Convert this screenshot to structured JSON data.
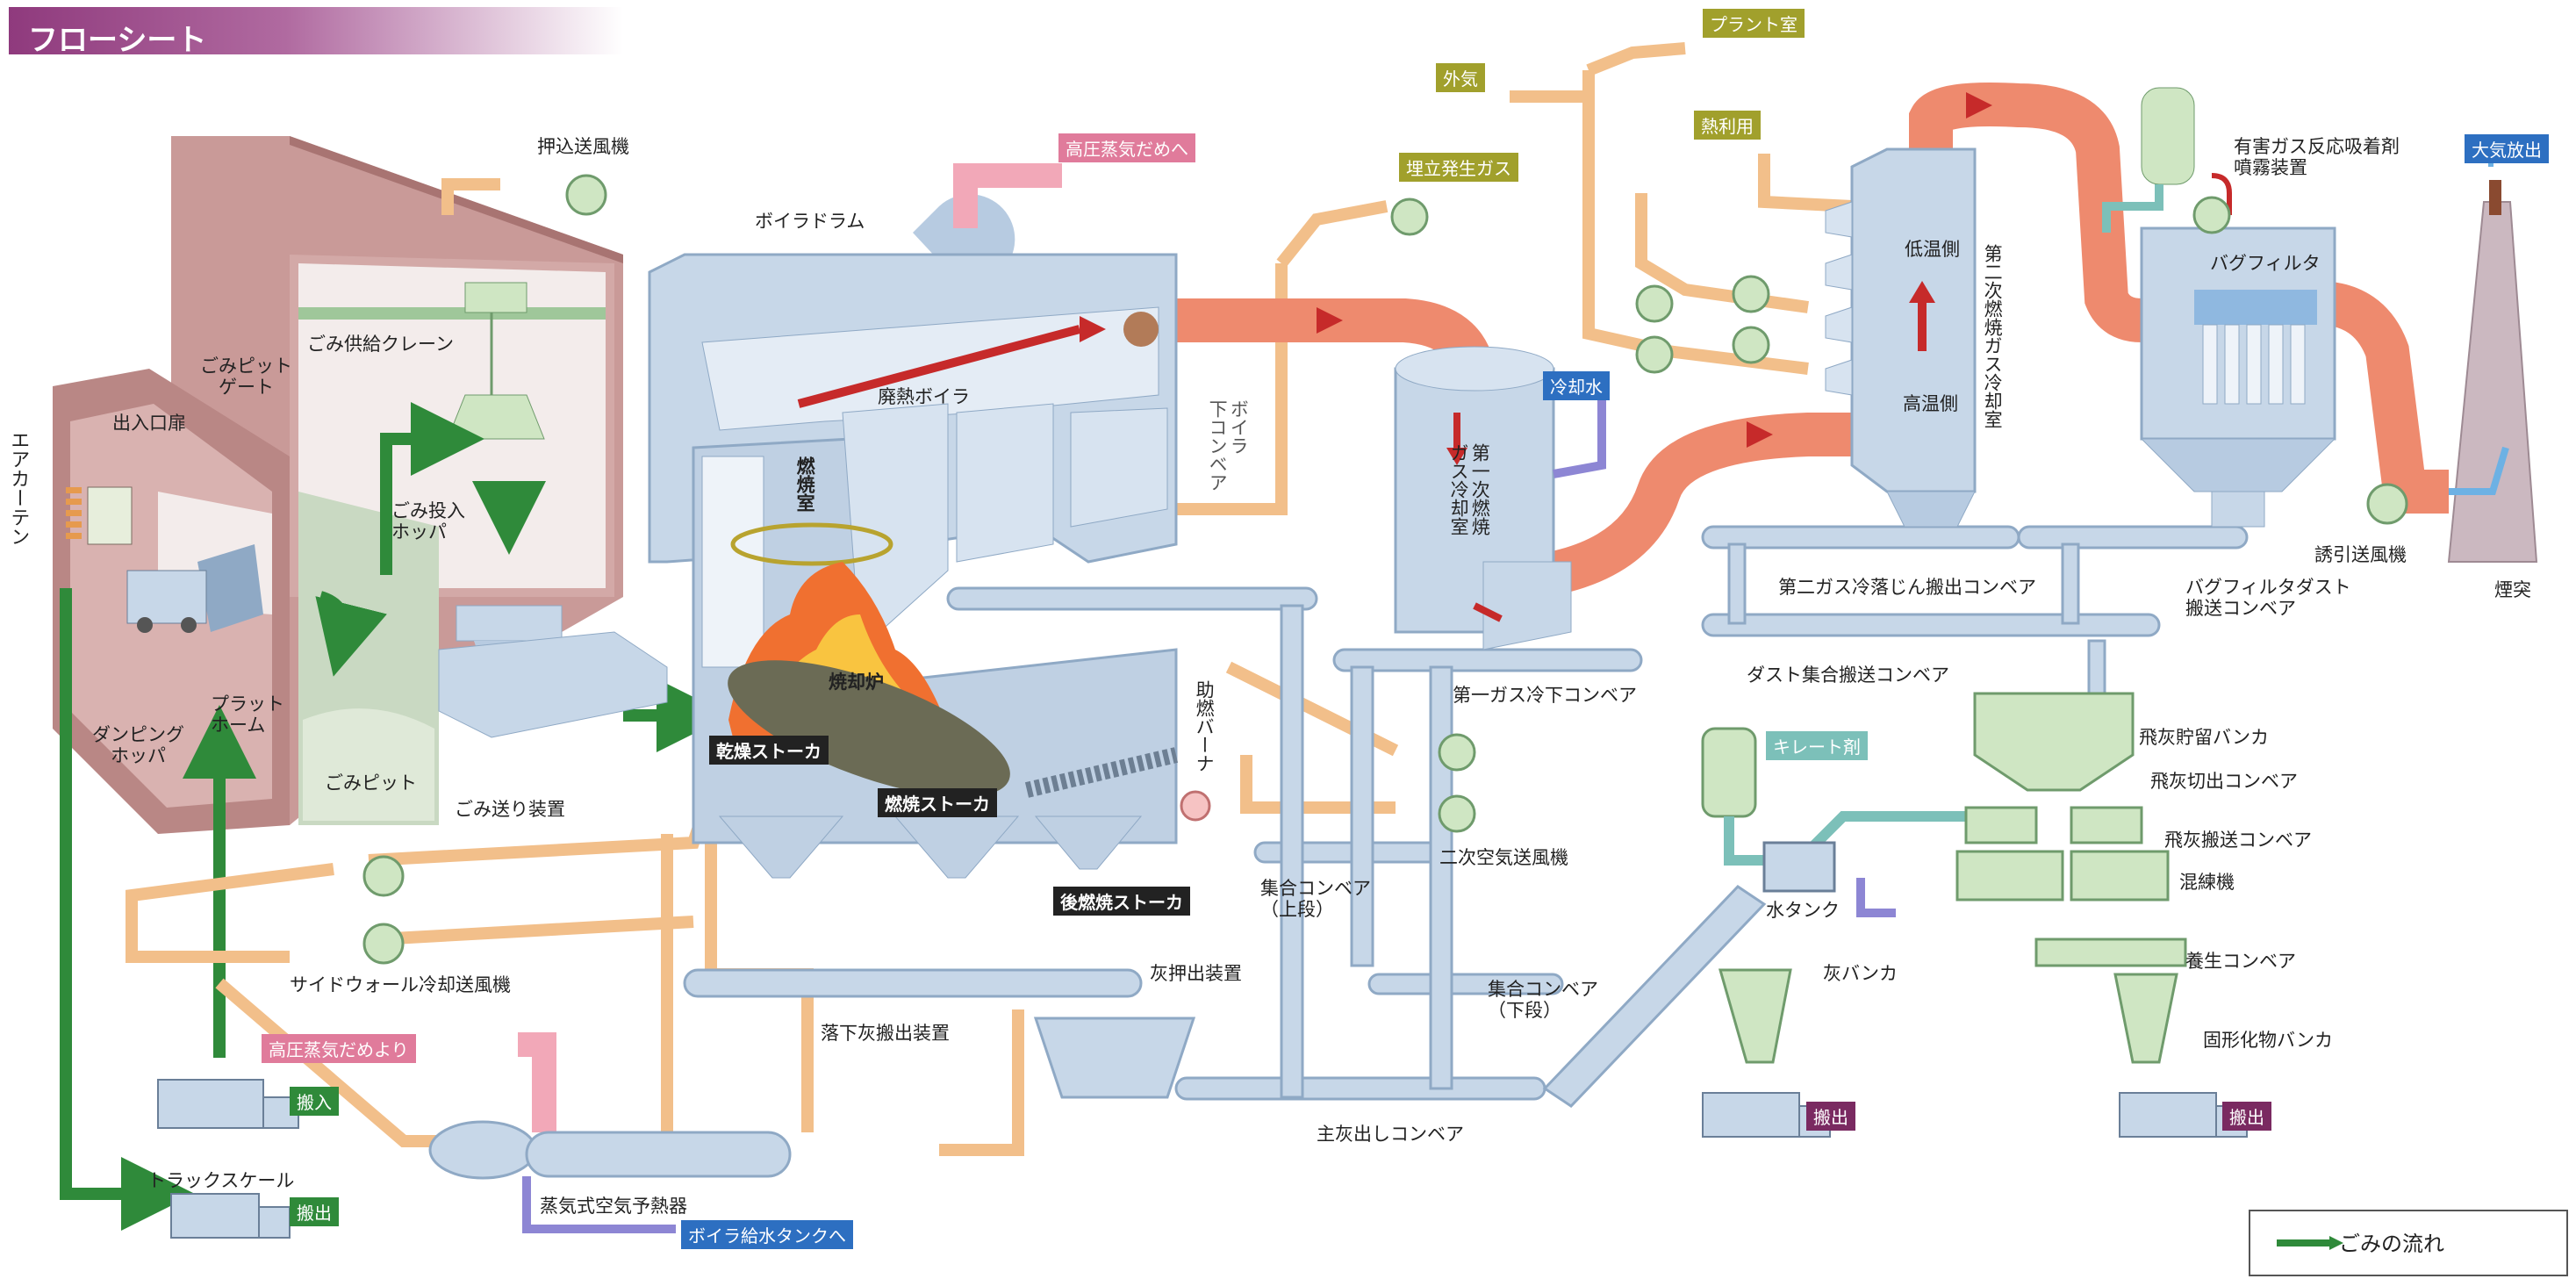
{
  "title": "フローシート",
  "legend": {
    "label": "ごみの流れ",
    "color": "#2f8a3a"
  },
  "colors": {
    "building": "#c99a98",
    "building_dark": "#a87472",
    "equipment": "#c7d7e8",
    "equipment_dark": "#8fa9c5",
    "air_pipe": "#f2bf8a",
    "gas_pipe": "#ee8a6e",
    "ash_green": "#cfe6c3",
    "waste_flow": "#2f8a3a",
    "steam": "#f2a8b8",
    "water": "#8d86d4"
  },
  "labels": {
    "air_curtain": "エアカーテン",
    "entrance_door": "出入口扉",
    "pit_gate": "ごみピット\nゲート",
    "crane": "ごみ供給クレーン",
    "push_fan": "押込送風機",
    "input_hopper": "ごみ投入\nホッパ",
    "platform": "プラット\nホーム",
    "dumping_hopper": "ダンピング\nホッパ",
    "garbage_pit": "ごみピット",
    "feeder": "ごみ送り装置",
    "sidewall_fan": "サイドウォール冷却送風機",
    "truck_scale": "トラックスケール",
    "boiler_drum": "ボイラドラム",
    "waste_heat_boiler": "廃熱ボイラ",
    "combustion_chamber": "燃焼室",
    "incinerator": "焼却炉",
    "boiler_conveyor": "ボイラ\n下コンベア",
    "aux_burner": "助燃バーナ",
    "secondary_fan": "二次空気送風機",
    "collect_conveyor_upper": "集合コンベア\n（上段）",
    "collect_conveyor_lower": "集合コンベア\n（下段）",
    "ash_pusher": "灰押出装置",
    "drop_ash_conveyor": "落下灰搬出装置",
    "main_ash_conveyor": "主灰出しコンベア",
    "steam_air_heater": "蒸気式空気予熱器",
    "gas_cooler1": "第一次燃焼\nガス冷却室",
    "gas_cooler1_conveyor": "第一ガス冷下コンベア",
    "gas_cooler2": "第二次燃焼ガス冷却室",
    "low_temp": "低温側",
    "high_temp": "高温側",
    "gas_cooler2_conveyor": "第二ガス冷落じん搬出コンベア",
    "dust_conveyor": "ダスト集合搬送コンベア",
    "bag_filter": "バグフィルタ",
    "bf_dust_conveyor": "バグフィルタダスト\n搬送コンベア",
    "adsorbent": "有害ガス反応吸着剤\n噴霧装置",
    "induced_fan": "誘引送風機",
    "chimney": "煙突",
    "fly_ash_bunker": "飛灰貯留バンカ",
    "fly_ash_cut_conveyor": "飛灰切出コンベア",
    "fly_ash_conveyor": "飛灰搬送コンベア",
    "mixer": "混練機",
    "curing_conveyor": "養生コンベア",
    "solid_bunker": "固形化物バンカ",
    "water_tank": "水タンク",
    "ash_bunker": "灰バンカ"
  },
  "tags": {
    "high_pressure_to": "高圧蒸気だめへ",
    "high_pressure_from": "高圧蒸気だめより",
    "boiler_feed_tank": "ボイラ給水タンクへ",
    "plant_room": "プラント室",
    "outside_air": "外気",
    "heat_use": "熱利用",
    "landfill_gas": "埋立発生ガス",
    "cooling_water": "冷却水",
    "atmosphere": "大気放出",
    "chelate": "キレート剤",
    "stoker_dry": "乾燥ストーカ",
    "stoker_burn": "燃焼ストーカ",
    "stoker_after": "後燃焼ストーカ",
    "carry_in": "搬入",
    "carry_out1": "搬出",
    "carry_out2": "搬出",
    "carry_out3": "搬出"
  }
}
